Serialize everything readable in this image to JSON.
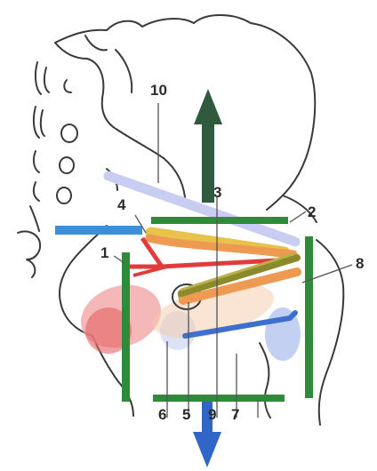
{
  "labels": {
    "l1": "1",
    "l2": "2",
    "l3": "3",
    "l4": "4",
    "l5": "5",
    "l6": "6",
    "l7": "7",
    "l8": "8",
    "l9": "9",
    "l10": "10"
  },
  "colors": {
    "green": "#2e8b3a",
    "blue_bar": "#3d8fd8",
    "lavender": "#c9cdf2",
    "yellow": "#e8c24a",
    "orange": "#ee9a52",
    "red": "#e23b3b",
    "olive": "#8a8a2c",
    "blue_band": "#3d6fd0",
    "arrow_up": "#2f5a3e",
    "arrow_down": "#2f66c8",
    "pink_region": "#f2a0a0",
    "blue_region": "#b8c8ee"
  },
  "icons": {
    "arrow_up": "arrow-up-icon",
    "arrow_down": "arrow-down-icon"
  }
}
